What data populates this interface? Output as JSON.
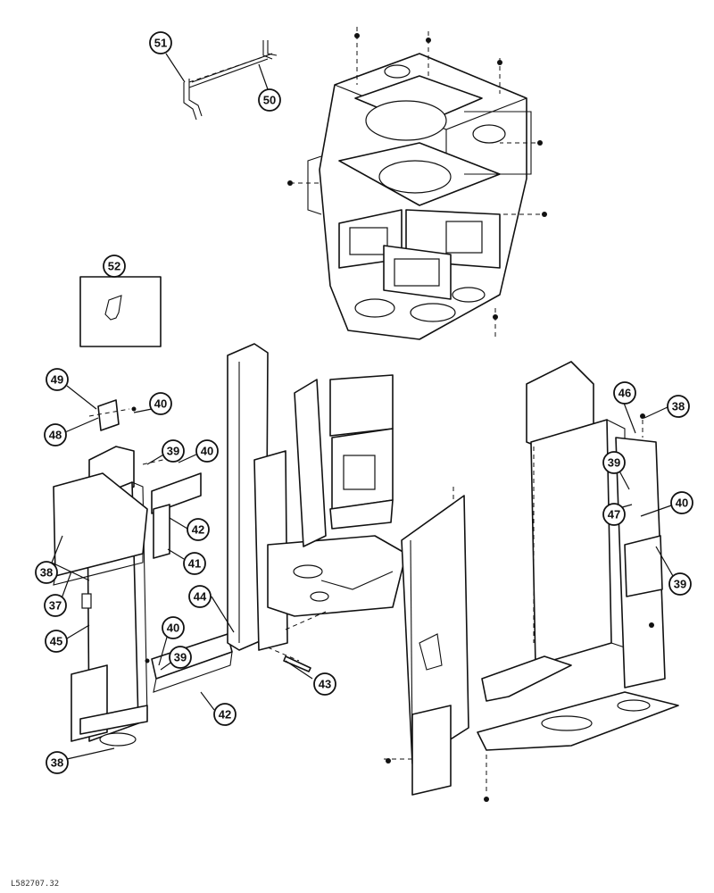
{
  "callouts": [
    {
      "id": "c51",
      "label": "51"
    },
    {
      "id": "c50",
      "label": "50"
    },
    {
      "id": "c52",
      "label": "52"
    },
    {
      "id": "c49",
      "label": "49"
    },
    {
      "id": "c48",
      "label": "48"
    },
    {
      "id": "c40a",
      "label": "40"
    },
    {
      "id": "c39a",
      "label": "39"
    },
    {
      "id": "c40b",
      "label": "40"
    },
    {
      "id": "c42a",
      "label": "42"
    },
    {
      "id": "c41",
      "label": "41"
    },
    {
      "id": "c38a",
      "label": "38"
    },
    {
      "id": "c37",
      "label": "37"
    },
    {
      "id": "c45",
      "label": "45"
    },
    {
      "id": "c44",
      "label": "44"
    },
    {
      "id": "c40c",
      "label": "40"
    },
    {
      "id": "c39b",
      "label": "39"
    },
    {
      "id": "c42b",
      "label": "42"
    },
    {
      "id": "c43",
      "label": "43"
    },
    {
      "id": "c38b",
      "label": "38"
    },
    {
      "id": "c46",
      "label": "46"
    },
    {
      "id": "c38c",
      "label": "38"
    },
    {
      "id": "c39c",
      "label": "39"
    },
    {
      "id": "c47",
      "label": "47"
    },
    {
      "id": "c40d",
      "label": "40"
    },
    {
      "id": "c39d",
      "label": "39"
    }
  ],
  "reference_code": "L582707.32"
}
